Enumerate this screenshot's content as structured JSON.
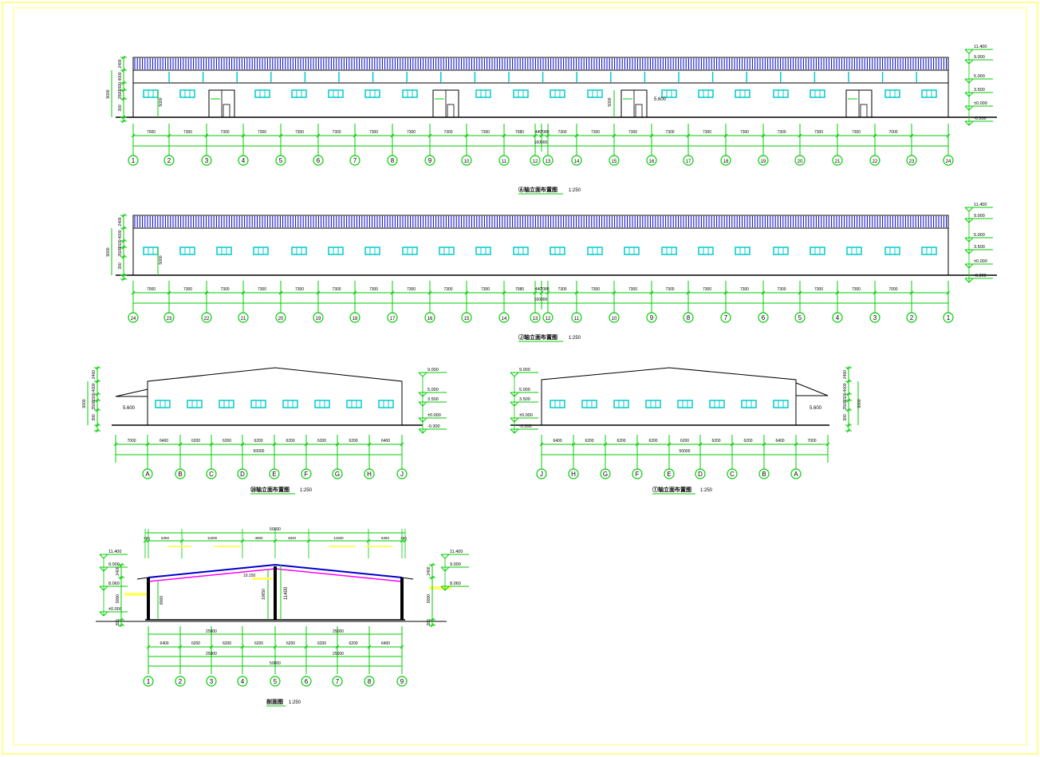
{
  "colors": {
    "frame": "#ffff66",
    "dim": "#00cc00",
    "building": "#000000",
    "window": "#00cccc",
    "roof": "#0000cc",
    "rafter": "#ff00ff",
    "note": "#ffff66"
  },
  "elevation_a": {
    "title": "Ⓐ轴立面布置图",
    "scale": "1:250",
    "left_dims": [
      "2400",
      "4000",
      "1500",
      "3500",
      "300"
    ],
    "left_total": "9000",
    "right_levels": [
      "11.400",
      "9.000",
      "5.000",
      "3.500",
      "±0.000",
      "-0.300"
    ],
    "window_dim": "5000",
    "door_dim": "5000",
    "level_mark": "5.600",
    "spacings": [
      "7000",
      "7300",
      "7300",
      "7300",
      "7300",
      "7300",
      "7300",
      "7300",
      "7300",
      "7300",
      "7080",
      "440",
      "7080",
      "7300",
      "7300",
      "7300",
      "7300",
      "7300",
      "7300",
      "7300",
      "7300",
      "7300",
      "7000"
    ],
    "total": "160000",
    "axes": [
      "1",
      "2",
      "3",
      "4",
      "5",
      "6",
      "7",
      "8",
      "9",
      "10",
      "11",
      "12",
      "13",
      "14",
      "15",
      "16",
      "17",
      "18",
      "19",
      "20",
      "21",
      "22",
      "23",
      "24"
    ]
  },
  "elevation_j": {
    "title": "Ⓙ轴立面布置图",
    "scale": "1:250",
    "left_dims": [
      "2400",
      "4000",
      "1500",
      "3500",
      "300"
    ],
    "left_total": "9000",
    "right_levels": [
      "11.400",
      "9.000",
      "5.000",
      "3.500",
      "±0.000",
      "-0.300"
    ],
    "window_dim": "5000",
    "spacings": [
      "7000",
      "7300",
      "7300",
      "7300",
      "7300",
      "7300",
      "7300",
      "7300",
      "7300",
      "7300",
      "7080",
      "440",
      "7080",
      "7300",
      "7300",
      "7300",
      "7300",
      "7300",
      "7300",
      "7300",
      "7300",
      "7300",
      "7000"
    ],
    "total": "160000",
    "axes": [
      "24",
      "23",
      "22",
      "21",
      "20",
      "19",
      "18",
      "17",
      "16",
      "15",
      "14",
      "13",
      "12",
      "11",
      "10",
      "9",
      "8",
      "7",
      "6",
      "5",
      "4",
      "3",
      "2",
      "1"
    ]
  },
  "elevation_24": {
    "title": "㉔轴立面布置图",
    "scale": "1:250",
    "left_dims": [
      "2400",
      "4000",
      "1500",
      "3500",
      "300"
    ],
    "left_total": "9000",
    "right_levels": [
      "9.000",
      "5.000",
      "3.500",
      "±0.000",
      "-0.300"
    ],
    "canopy_level": "5.600",
    "spacings": [
      "7000",
      "6400",
      "6200",
      "6200",
      "6200",
      "6200",
      "6200",
      "6200",
      "6400"
    ],
    "total": "50000",
    "axes": [
      "A",
      "B",
      "C",
      "D",
      "E",
      "F",
      "G",
      "H",
      "J"
    ]
  },
  "elevation_1": {
    "title": "①轴立面布置图",
    "scale": "1:250",
    "left_levels": [
      "9.000",
      "5.000",
      "3.500",
      "±0.000",
      "-0.300"
    ],
    "right_dims": [
      "2400",
      "4000",
      "1500",
      "3500",
      "300"
    ],
    "right_total": "9000",
    "canopy_level": "5.600",
    "spacings": [
      "6400",
      "6200",
      "6200",
      "6200",
      "6200",
      "6200",
      "6200",
      "6400",
      "7000"
    ],
    "total": "50000",
    "axes": [
      "J",
      "H",
      "G",
      "F",
      "E",
      "D",
      "C",
      "B",
      "A"
    ]
  },
  "section": {
    "title": "剖面图",
    "scale": "1:250",
    "top_total": "50000",
    "top_dims": [
      "250",
      "6350",
      "11500",
      "4860",
      "4840",
      "11500",
      "6350",
      "250"
    ],
    "levels_left": [
      "11.400",
      "9.000",
      "8.060",
      "±0.000"
    ],
    "levels_right": [
      "11.400",
      "9.000",
      "8.060"
    ],
    "left_dims": [
      "2400",
      "9000",
      "300"
    ],
    "right_dims": [
      "2400",
      "9000",
      "300"
    ],
    "ridge_level": "10.150",
    "inner_dims": [
      "8000",
      "10650",
      "11400"
    ],
    "half_spans": [
      "25000",
      "25000"
    ],
    "spacings": [
      "6400",
      "6200",
      "6200",
      "6200",
      "6200",
      "6200",
      "6200",
      "6400"
    ],
    "lower_halves": [
      "25000",
      "25000"
    ],
    "total": "50000",
    "axes": [
      "1",
      "2",
      "3",
      "4",
      "5",
      "6",
      "7",
      "8",
      "9"
    ]
  }
}
